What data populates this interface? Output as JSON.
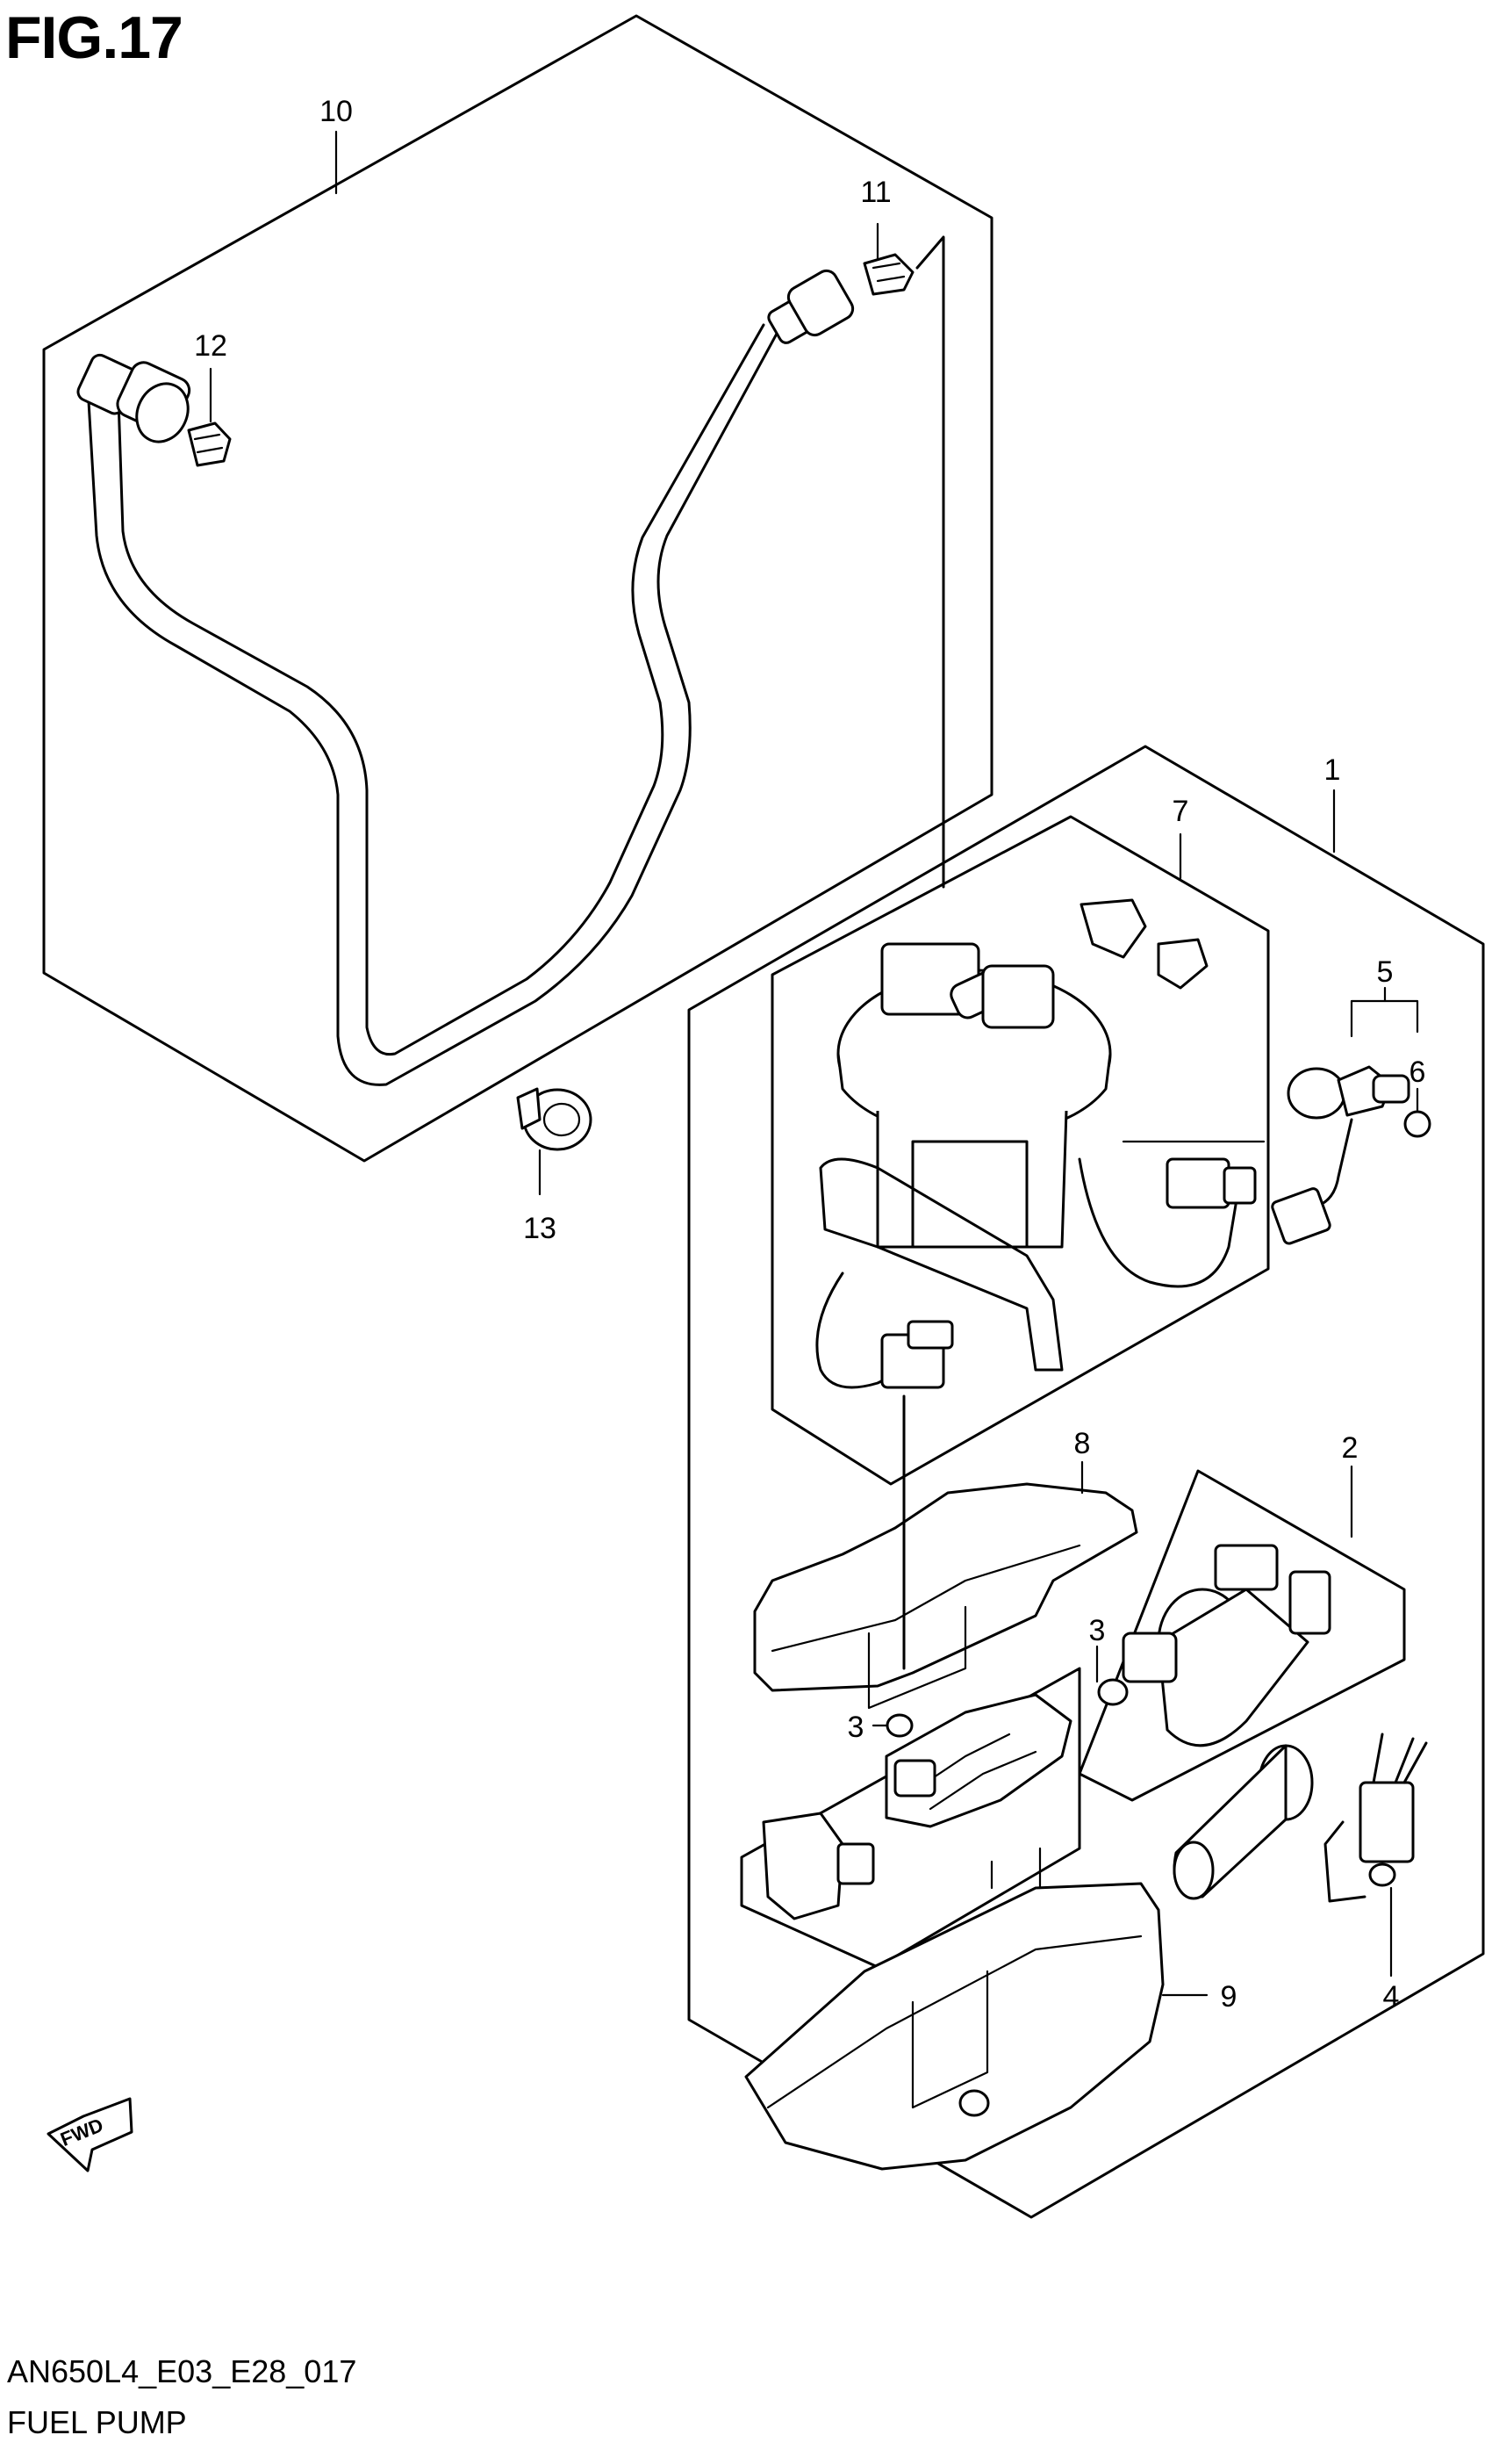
{
  "figure": {
    "title": "FIG.17",
    "code": "AN650L4_E03_E28_017",
    "name": "FUEL PUMP",
    "direction_label": "FWD"
  },
  "callouts": [
    {
      "id": "c1",
      "label": "1"
    },
    {
      "id": "c2",
      "label": "2"
    },
    {
      "id": "c3a",
      "label": "3"
    },
    {
      "id": "c3b",
      "label": "3"
    },
    {
      "id": "c4",
      "label": "4"
    },
    {
      "id": "c5",
      "label": "5"
    },
    {
      "id": "c6",
      "label": "6"
    },
    {
      "id": "c7",
      "label": "7"
    },
    {
      "id": "c8",
      "label": "8"
    },
    {
      "id": "c9",
      "label": "9"
    },
    {
      "id": "c10",
      "label": "10"
    },
    {
      "id": "c11",
      "label": "11"
    },
    {
      "id": "c12",
      "label": "12"
    },
    {
      "id": "c13",
      "label": "13"
    }
  ],
  "colors": {
    "line": "#000000",
    "background": "#ffffff"
  }
}
